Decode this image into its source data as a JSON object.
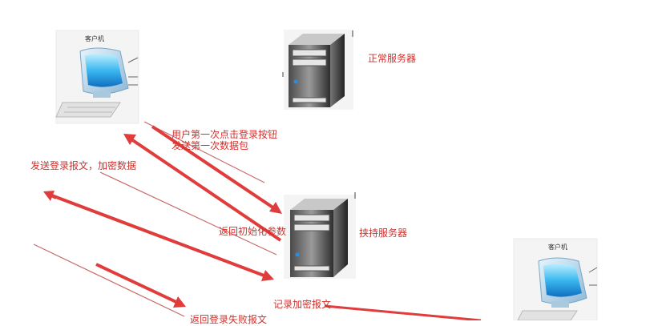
{
  "nodes": {
    "client_top": {
      "label": "客户机"
    },
    "server_normal": {
      "label": "正常服务器"
    },
    "server_hijack": {
      "label": "挟持服务器"
    },
    "client_right": {
      "label": "客户机"
    }
  },
  "edges": {
    "first_click": {
      "line1": "用户第一次点击登录按钮",
      "line2": "发送第一次数据包"
    },
    "send_encrypted": {
      "label": "发送登录报文，加密数据"
    },
    "return_init": {
      "label": "返回初始化参数"
    },
    "record_encrypted": {
      "label": "记录加密报文"
    },
    "return_fail": {
      "label": "返回登录失败报文"
    }
  },
  "colors": {
    "arrow": "#e03c3c",
    "text": "#d0312d",
    "thin": "#c86a6a"
  }
}
